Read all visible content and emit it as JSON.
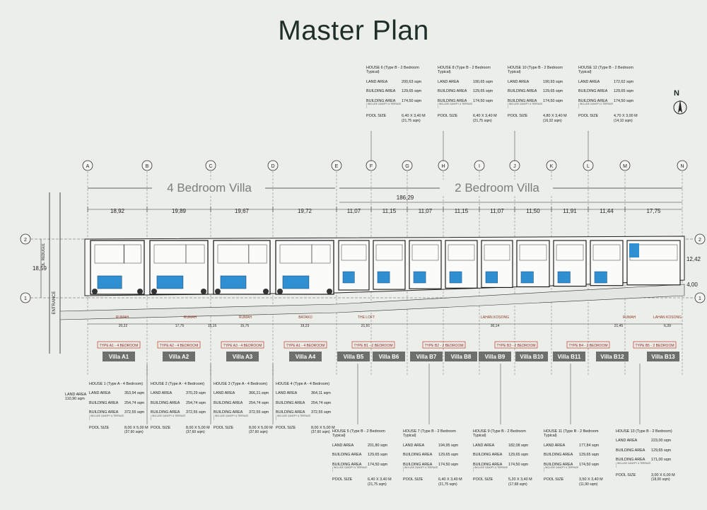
{
  "title": "Master Plan",
  "compass": {
    "label": "N"
  },
  "grid_labels": [
    "A",
    "B",
    "C",
    "D",
    "E",
    "F",
    "G",
    "H",
    "I",
    "J",
    "K",
    "L",
    "M",
    "N"
  ],
  "row_labels": {
    "top": "2",
    "bottom": "1"
  },
  "sections": {
    "four_bed": "4 Bedroom Villa",
    "two_bed": "2 Bedroom Villa"
  },
  "dimensions": {
    "total_top": "186,29",
    "spans": [
      "18,92",
      "19,89",
      "19,67",
      "19,72",
      "11,07",
      "11,15",
      "11,07",
      "11,15",
      "11,07",
      "11,50",
      "11,91",
      "11,44",
      "17,75"
    ],
    "left_depth": "18,59",
    "right_depth": "12,42",
    "right_small": "4,00",
    "lower_spans": [
      "20,22",
      "17,75",
      "15,15",
      "15,75",
      "19,23",
      "21,91",
      "",
      "30,14",
      "",
      "21,45",
      "6,39"
    ]
  },
  "road_labels": {
    "street": "JL. REDUGUL",
    "entrance": "ENTRANCE"
  },
  "zone_labels": [
    "RUMAH",
    "RUMAH",
    "RUMAH",
    "BATAKO",
    "THE LOFT",
    "LAHAN KOSONG",
    "RUMAH",
    "LAHAN KOSONG"
  ],
  "type_tags": [
    "TYPE A1 - 4 BEDROOM",
    "TYPE A2 - 4 BEDROOM",
    "TYPE A3 - 4 BEDROOM",
    "TYPE A1 - 4 BEDROOM",
    "TYPE B1 - 2 BEDROOM",
    "TYPE B2 - 2 BEDROOM",
    "TYPE B3 - 2 BEDROOM",
    "TYPE B4 - 2 BEDROOM",
    "TYPE B5 - 2 BEDROOM"
  ],
  "villas": [
    "Villa A1",
    "Villa A2",
    "Villa A3",
    "Villa A4",
    "Villa B5",
    "Villa B6",
    "Villa B7",
    "Villa B8",
    "Villa B9",
    "Villa B10",
    "Villa B11",
    "Villa B12",
    "Villa B13"
  ],
  "land_area_note": {
    "label": "LAND AREA",
    "value": "110,90 sqm"
  },
  "tables": {
    "house6": {
      "header": "HOUSE 6 (Type B - 2 Bedroom Typical)",
      "land": "200,63 sqm",
      "building": "129,65 sqm",
      "gross": "174,50 sqm",
      "pool": "6,40 X 3,40 M",
      "pool_sqm": "(21,75 sqm)"
    },
    "house8": {
      "header": "HOUSE 8 (Type B - 2 Bedroom Typical)",
      "land": "190,65 sqm",
      "building": "129,65 sqm",
      "gross": "174,50 sqm",
      "pool": "6,40 X 3,40 M",
      "pool_sqm": "(21,75 sqm)"
    },
    "house10": {
      "header": "HOUSE 10 (Type B - 2 Bedroom Typical)",
      "land": "190,93 sqm",
      "building": "129,65 sqm",
      "gross": "174,50 sqm",
      "pool": "4,80 X 3,40 M",
      "pool_sqm": "(16,32 sqm)"
    },
    "house12": {
      "header": "HOUSE 12 (Type B - 2 Bedroom Typical)",
      "land": "172,62 sqm",
      "building": "129,65 sqm",
      "gross": "174,50 sqm",
      "pool": "4,70 X 3,00 M",
      "pool_sqm": "(14,10 sqm)"
    },
    "house1": {
      "header": "HOUSE 1 (Type A - 4 Bedroom)",
      "land": "353,94 sqm",
      "building": "254,74 sqm",
      "gross": "372,55 sqm",
      "pool": "8,00 X 5,00 M",
      "pool_sqm": "(37,60 sqm)"
    },
    "house2": {
      "header": "HOUSE 2 (Type A - 4 Bedroom)",
      "land": "370,29 sqm",
      "building": "254,74 sqm",
      "gross": "372,55 sqm",
      "pool": "8,00 X 5,00 M",
      "pool_sqm": "(37,60 sqm)"
    },
    "house3": {
      "header": "HOUSE 3 (Type A - 4 Bedroom)",
      "land": "366,21 sqm",
      "building": "254,74 sqm",
      "gross": "372,55 sqm",
      "pool": "8,00 X 5,00 M",
      "pool_sqm": "(37,60 sqm)"
    },
    "house4": {
      "header": "HOUSE 4 (Type A - 4 Bedroom)",
      "land": "364,11 sqm",
      "building": "254,74 sqm",
      "gross": "372,55 sqm",
      "pool": "8,00 X 5,00 M",
      "pool_sqm": "(37,60 sqm)"
    },
    "house5": {
      "header": "HOUSE 5 (Type B - 2 Bedroom Typical)",
      "land": "201,80 sqm",
      "building": "129,65 sqm",
      "gross": "174,50 sqm",
      "pool": "6,40 X 3,40 M",
      "pool_sqm": "(21,75 sqm)"
    },
    "house7": {
      "header": "HOUSE 7 (Type B - 2 Bedroom Typical)",
      "land": "194,95 sqm",
      "building": "129,65 sqm",
      "gross": "174,50 sqm",
      "pool": "6,40 X 3,40 M",
      "pool_sqm": "(21,75 sqm)"
    },
    "house9": {
      "header": "HOUSE 9 (Type B - 2 Bedroom Typical)",
      "land": "182,08 sqm",
      "building": "129,65 sqm",
      "gross": "174,50 sqm",
      "pool": "5,20 X 3,40 M",
      "pool_sqm": "(17,68 sqm)"
    },
    "house11": {
      "header": "HOUSE 11 (Type B - 2 Bedroom Typical)",
      "land": "177,84 sqm",
      "building": "129,65 sqm",
      "gross": "174,50 sqm",
      "pool": "3,50 X 3,40 M",
      "pool_sqm": "(11,90 sqm)"
    },
    "house13": {
      "header": "HOUSE 13 (Type B - 2 Bedroom)",
      "land": "223,00 sqm",
      "building": "129,65 sqm",
      "gross": "171,00 sqm",
      "pool": "3,00 X 6,00 M",
      "pool_sqm": "(18,00 sqm)"
    }
  },
  "table_keys": {
    "land": "LAND AREA",
    "building": "BUILDING AREA",
    "gross": "BUILDING AREA",
    "gross_note": "( INCLUDE CANOPY & TERRACE )",
    "pool": "POOL SIZE"
  },
  "colors": {
    "background": "#eceeea",
    "pool": "#2f8fd0",
    "tag_border": "#c0392b",
    "villa_label_bg": "#6d6f6c",
    "ink": "#222222"
  }
}
